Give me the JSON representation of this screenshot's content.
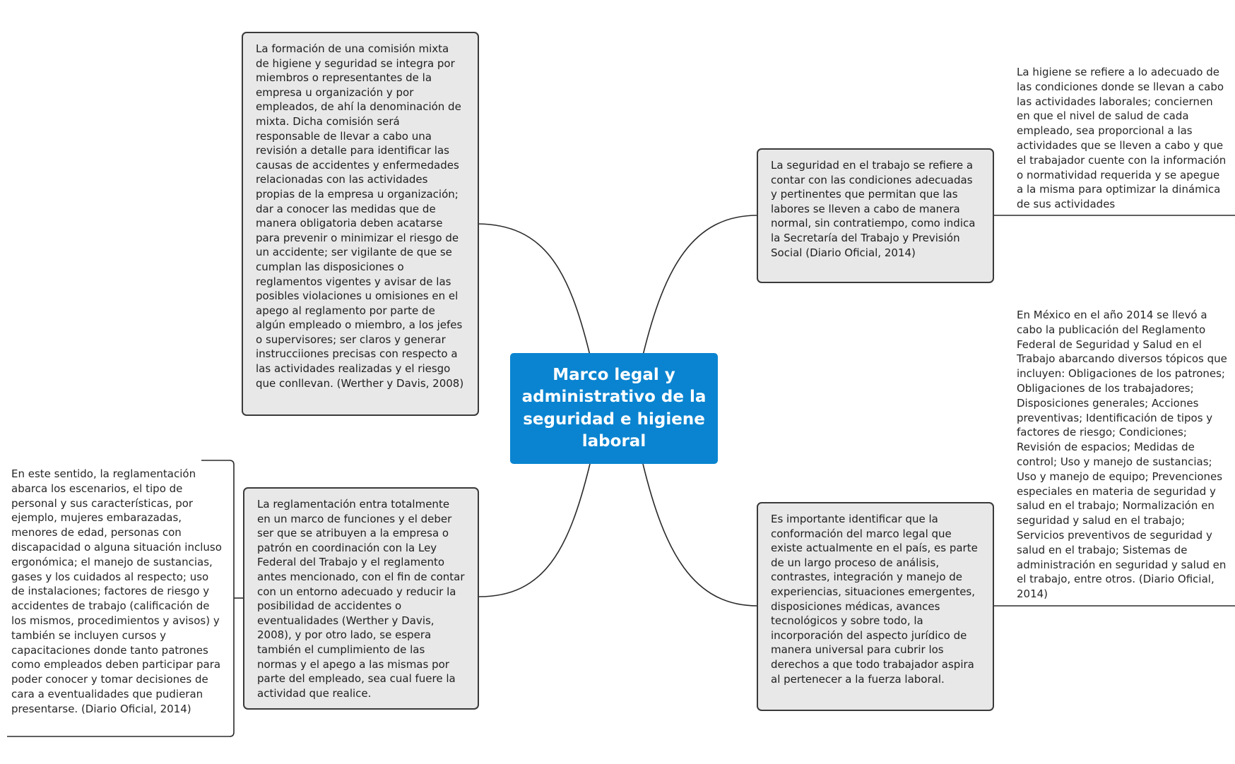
{
  "central": {
    "title": "Marco legal y administrativo de la seguridad e higiene laboral"
  },
  "nodes": {
    "comision_mixta": "La formación de una comisión mixta de higiene y seguridad se integra por miembros o representantes de la empresa u organización y por empleados, de ahí la denominación de mixta. Dicha comisión será responsable de llevar a cabo una revisión a detalle para identificar las causas de accidentes y enfermedades relacionadas con las actividades propias de la empresa u organización; dar a conocer las medidas que de manera obligatoria deben acatarse para prevenir o minimizar el riesgo de un accidente; ser vigilante de que se cumplan las disposiciones o reglamentos vigentes y avisar de las posibles violaciones u omisiones en el apego al reglamento por parte de algún empleado o miembro, a los jefes o supervisores; ser claros y generar instrucciiones precisas con respecto a las actividades realizadas y el riesgo que conllevan. (Werther y Davis, 2008)",
    "seguridad_trabajo": "La seguridad en el trabajo se refiere a contar con las condiciones adecuadas y pertinentes que permitan que las labores se lleven a cabo de manera normal, sin contratiempo, como indica la Secretaría del Trabajo y Previsión Social (Diario Oficial, 2014)",
    "reglamentacion": "La reglamentación entra totalmente en un marco de funciones y el deber ser que se atribuyen a la empresa o patrón en coordinación con la Ley Federal del Trabajo y el reglamento antes mencionado, con el fin de contar con un entorno adecuado y reducir la posibilidad de accidentes o eventualidades (Werther y Davis, 2008), y por otro lado, se espera también el cumplimiento de las normas y el apego a las mismas por parte del empleado, sea cual fuere la actividad que realice.",
    "marco_legal_importancia": "Es importante identificar que la conformación del marco legal que existe actualmente en el país, es parte de un largo proceso de análisis, contrastes, integración y manejo de experiencias, situaciones emergentes, disposiciones médicas, avances tecnológicos y sobre todo, la incorporación del aspecto jurídico de manera universal para cubrir los derechos a que todo trabajador aspira al pertenecer a la fuerza laboral."
  },
  "notes": {
    "higiene": "La higiene se refiere a lo adecuado de las condiciones donde se llevan a cabo las actividades laborales; conciernen en que el nivel de salud de cada empleado, sea proporcional a las actividades que se lleven a cabo y que el trabajador cuente con la información o normatividad requerida y se apegue a la misma para optimizar la dinámica de sus actividades",
    "reglamento_2014": "En México en el año 2014 se llevó a cabo la publicación del Reglamento Federal de Seguridad y Salud en el Trabajo abarcando diversos tópicos que incluyen: Obligaciones de los patrones; Obligaciones de los trabajadores; Disposiciones generales; Acciones preventivas; Identificación de tipos y factores de riesgo; Condiciones; Revisión de espacios; Medidas de control; Uso y manejo de sustancias;  Uso y manejo de equipo; Prevenciones especiales en materia de seguridad y salud en el trabajo; Normalización en seguridad y salud en el trabajo; Servicios preventivos de seguridad y salud en el trabajo; Sistemas de administración en seguridad y salud en el trabajo, entre otros. (Diario Oficial, 2014)",
    "reglamentacion_escenarios": "En este sentido, la reglamentación abarca los escenarios, el tipo de personal y sus características, por ejemplo, mujeres embarazadas, menores de edad, personas con discapacidad o alguna situación incluso ergonómica; el manejo de sustancias, gases y los cuidados al respecto; uso de instalaciones; factores de riesgo y accidentes de trabajo (calificación de los mismos, procedimientos y avisos) y también se incluyen cursos y capacitaciones donde tanto patrones como empleados deben participar para poder conocer y tomar decisiones de cara a eventualidades que pudieran presentarse. (Diario Oficial, 2014)"
  },
  "colors": {
    "central_fill": "#0a84d0",
    "node_fill": "#e8e8e8",
    "node_border": "#3a3a3a",
    "connector": "#2b2b2b"
  }
}
